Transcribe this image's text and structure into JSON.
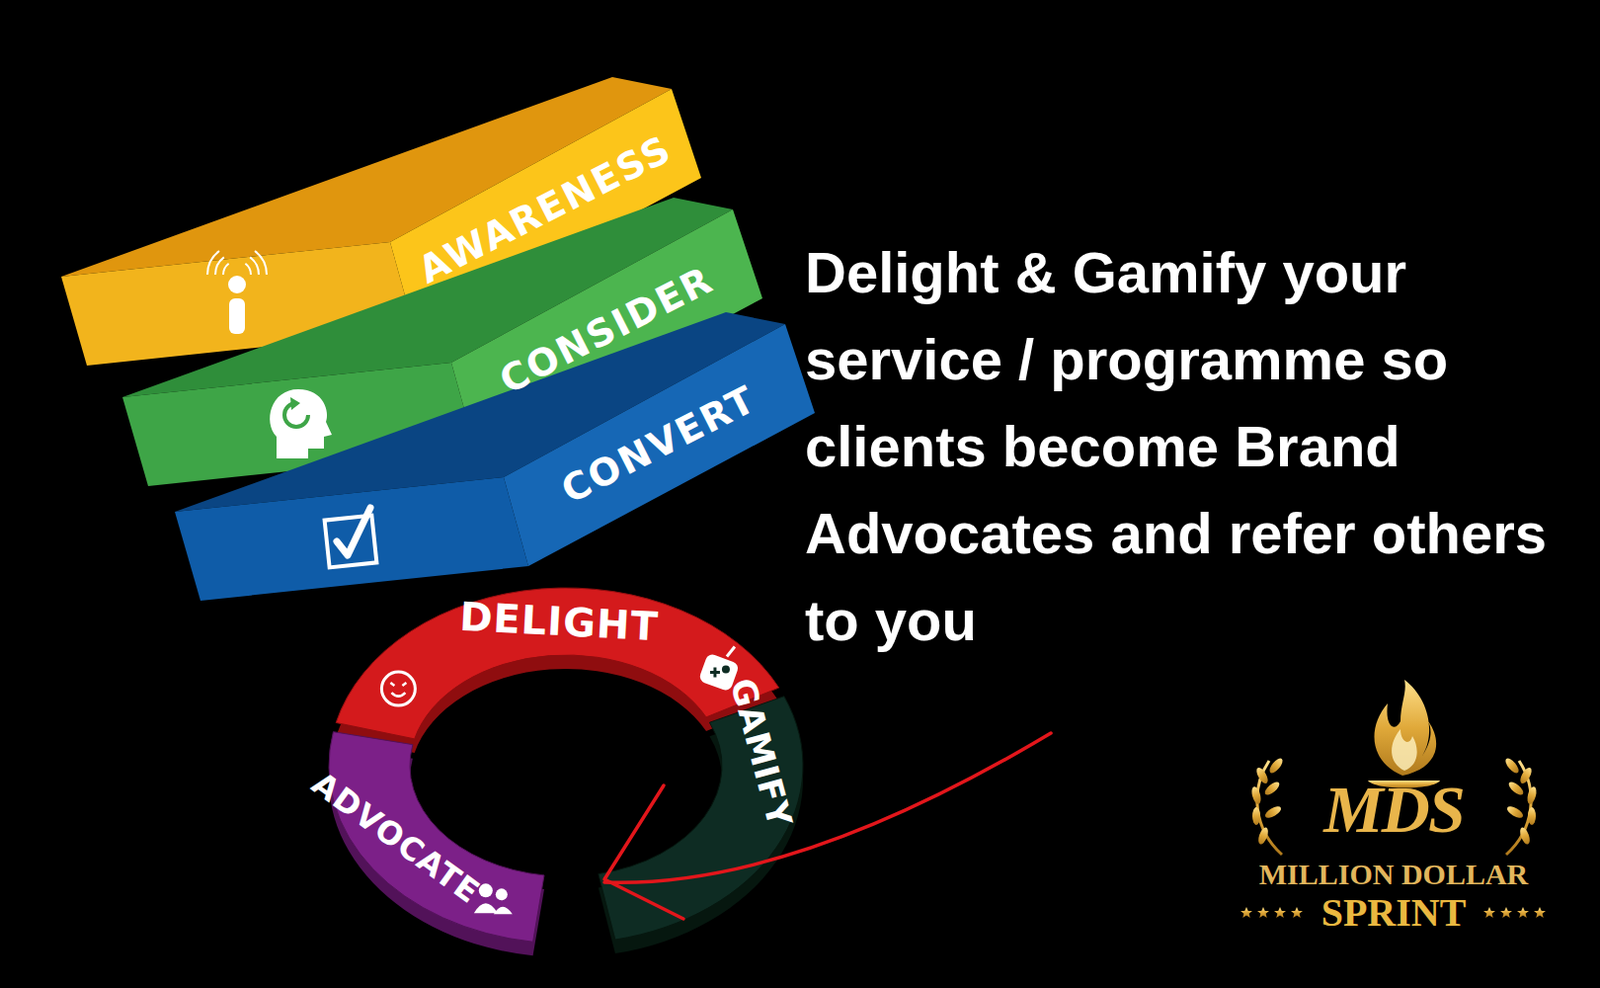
{
  "diagram": {
    "nodes": [
      {
        "text": [
          "AWARENESS"
        ]
      },
      {
        "text": [
          "CONSIDER"
        ]
      },
      {
        "text": [
          "CONVERT"
        ]
      },
      {
        "text": [
          "DELIGHT"
        ]
      },
      {
        "text": [
          "GAMIFY"
        ]
      },
      {
        "text": [
          "ADVOCATE"
        ]
      }
    ],
    "labels": [
      "Delight & Gamify your service / programme so clients become Brand Advocates and refer others to you",
      "MDS",
      "MILLION DOLLAR",
      "SPRINT"
    ]
  }
}
